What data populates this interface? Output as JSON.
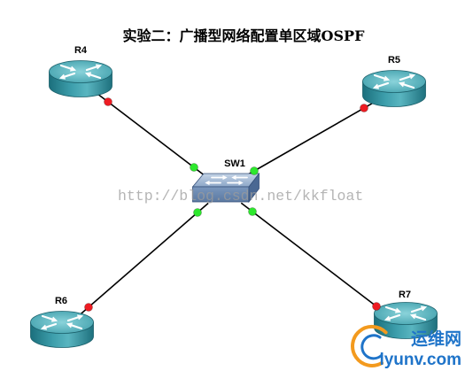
{
  "title": "实验二：广播型网络配置单区域OSPF",
  "switch": {
    "label": "SW1",
    "icon": "switch-icon"
  },
  "routers": [
    {
      "label": "R4",
      "icon": "router-icon"
    },
    {
      "label": "R5",
      "icon": "router-icon"
    },
    {
      "label": "R6",
      "icon": "router-icon"
    },
    {
      "label": "R7",
      "icon": "router-icon"
    }
  ],
  "colors": {
    "link": "#000000",
    "router_port": "#ee1c23",
    "switch_port": "#2de82d",
    "logo_text": "#1f74c9",
    "logo_swoosh": "#f39a1e"
  },
  "watermark": "http://blog.csdn.net/kkfloat",
  "logo": {
    "name": "运维网",
    "domain": "iyunv.com",
    "icon": "swoosh-icon"
  }
}
